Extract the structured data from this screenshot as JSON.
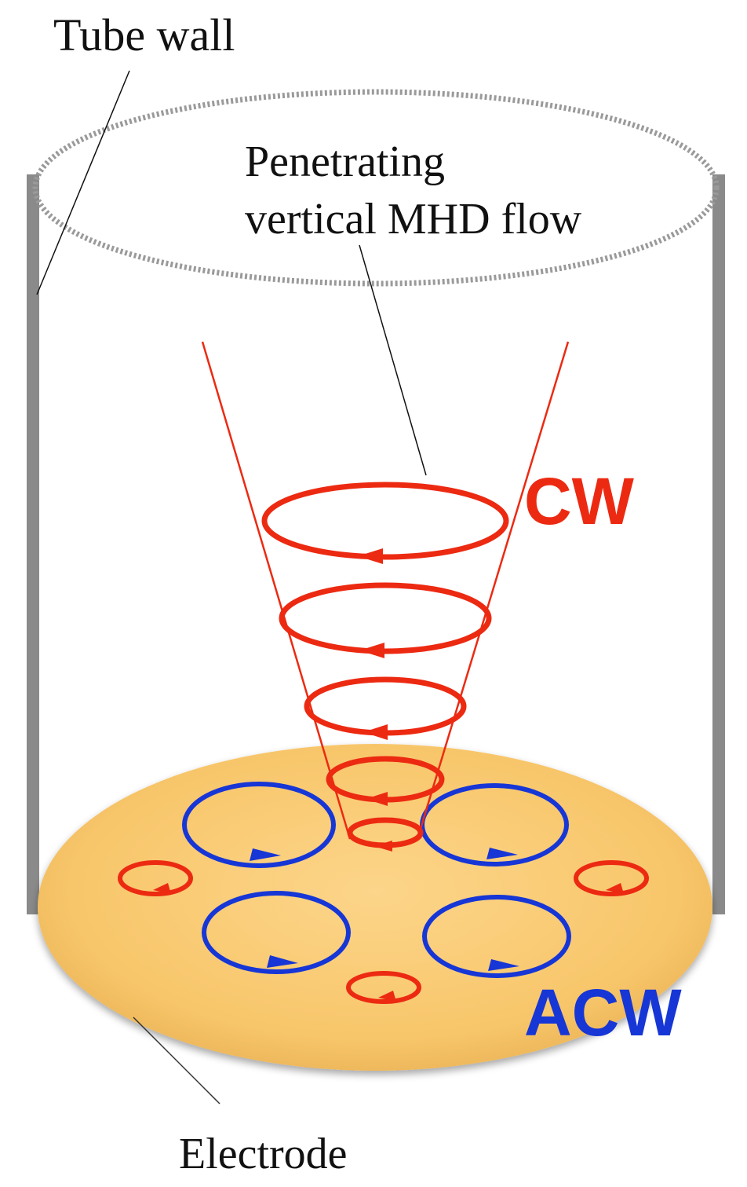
{
  "labels": {
    "tube_wall": "Tube wall",
    "flow_line1": "Penetrating",
    "flow_line2": "vertical MHD flow",
    "cw": "CW",
    "acw": "ACW",
    "electrode": "Electrode"
  },
  "colors": {
    "cw": "#ec2a12",
    "acw": "#1736d6",
    "electrode_fill": "#f9c56a",
    "wall": "#8a8a8a",
    "rim": "#9a9a9a"
  }
}
